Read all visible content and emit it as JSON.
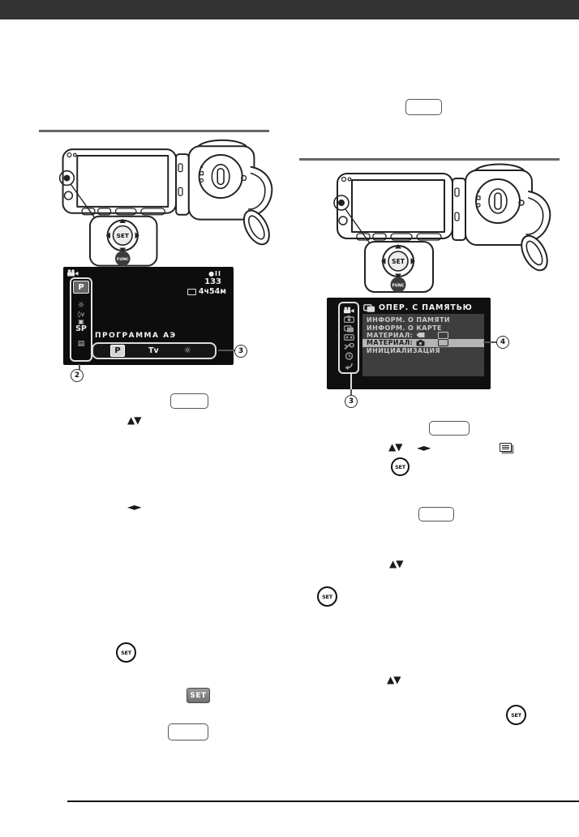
{
  "colors": {
    "top_bar": "#333333",
    "section_rule": "#666666",
    "lcd_background": "#0d0d0d",
    "menu_panel": "#3e3e3e",
    "highlight_row": "#b5b5b5"
  },
  "callouts": {
    "two": "2",
    "three": "3",
    "four": "4"
  },
  "left_column": {
    "camera": {
      "set_label": "SET",
      "func_label": "FUNC"
    },
    "lcd": {
      "record_status": "●II",
      "counter": "133",
      "time_remaining": "4ч54м",
      "sidebar": {
        "program_badge": "P",
        "white_balance_icon": "☼",
        "image_effect_icon": "◊v",
        "digital_effect_icon": "▣",
        "recording_mode": "SP",
        "func_menu_icon": "▤"
      },
      "selected_function": "ПРОГРАММА АЭ",
      "options": {
        "program": "P",
        "shutter_priority": "Tv",
        "aperture_icon": "☼"
      }
    },
    "joystick_up_down": "▲▼",
    "joystick_left_right": "◄►",
    "set_button": "SET",
    "set_key_badge": "SET"
  },
  "right_column": {
    "camera": {
      "set_label": "SET",
      "func_label": "FUNC"
    },
    "lcd": {
      "menu_title": "ОПЕР. С ПАМЯТЬЮ",
      "items": {
        "memory_info": "ИНФОРМ. О ПАМЯТИ",
        "card_info": "ИНФОРМ. О КАРТЕ",
        "media_movies": "МАТЕРИАЛ:",
        "media_photos": "МАТЕРИАЛ:",
        "initialize": "ИНИЦИАЛИЗАЦИЯ"
      }
    },
    "joystick_up_down": "▲▼",
    "joystick_left_right": "◄►",
    "set_button": "SET"
  }
}
